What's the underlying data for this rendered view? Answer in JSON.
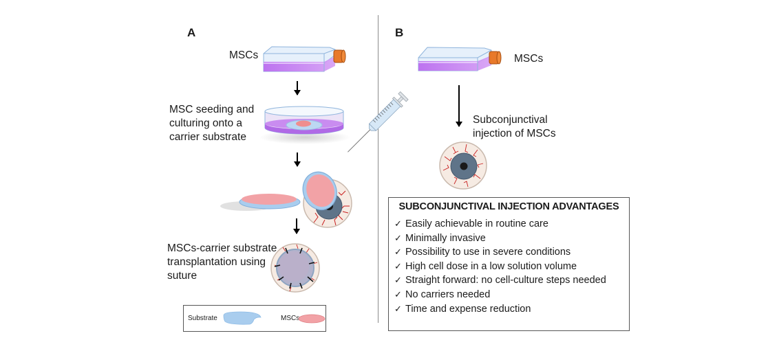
{
  "panel_a": {
    "label": "A",
    "step1_label": "MSCs",
    "step2_label_lines": [
      "MSC seeding and",
      "culturing onto a",
      "carrier substrate"
    ],
    "step4_label_lines": [
      "MSCs-carrier substrate",
      "transplantation using",
      "suture"
    ],
    "legend": {
      "substrate_label": "Substrate",
      "mscs_label": "MSCs"
    }
  },
  "panel_b": {
    "label": "B",
    "step1_label": "MSCs",
    "step2_label_lines": [
      "Subconjunctival",
      "injection of MSCs"
    ],
    "advantages": {
      "title": "SUBCONJUNCTIVAL INJECTION ADVANTAGES",
      "check_glyph": "✓",
      "items": [
        "Easily achievable in routine care",
        "Minimally invasive",
        "Possibility to use in severe conditions",
        "High cell dose in a low solution volume",
        "Straight forward: no cell-culture steps needed",
        "No carriers needed",
        "Time and expense reduction"
      ]
    }
  },
  "colors": {
    "culture_medium": "#c77df0",
    "flask_glass": "#dbe9f7",
    "flask_cap": "#e8792a",
    "substrate": "#a9cdee",
    "mscs": "#f0a0a4",
    "sclera": "#f6ebe3",
    "vessels": "#c81e1e",
    "iris": "#5f7489",
    "divider": "#8a8a8a"
  }
}
